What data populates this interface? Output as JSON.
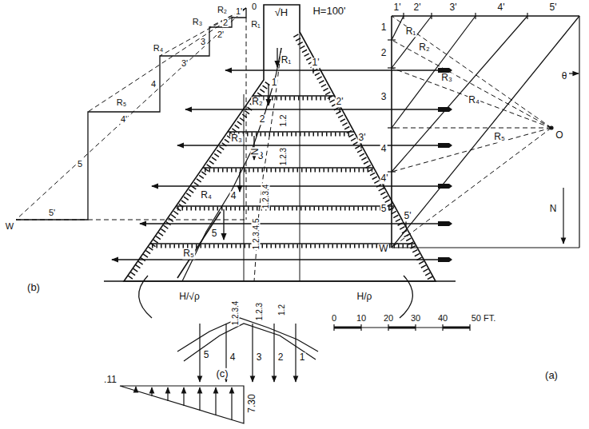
{
  "diagram": {
    "labels": [
      "√H",
      "H=100'",
      "1'",
      "2'",
      "3'",
      "4'",
      "5'",
      "1",
      "R₁",
      "R₂",
      "2",
      "1.2",
      "R₃",
      "3",
      "1.2.3",
      "R₄",
      "4",
      "1.2.3.4",
      "R₅",
      "5",
      "1.2.3.4.5",
      "H/√ρ",
      "H/ρ",
      "1.2.3.4",
      "1.2.3",
      "1.2",
      "5",
      "4",
      "3",
      "2",
      "1",
      "(c)",
      ".11",
      "7.30",
      "0",
      "10",
      "20",
      "30",
      "40",
      "50 FT.",
      "1'",
      "2'",
      "3'",
      "4'",
      "5'",
      "R₁",
      "1",
      "R₂",
      "2",
      "R₃",
      "3",
      "R₄",
      "4",
      "R₅",
      "5",
      "W",
      "O",
      "θ",
      "N",
      "(a)",
      "1'",
      "0",
      "R₁",
      "2",
      "2'",
      "R₂",
      "3",
      "3'",
      "R₃",
      "4",
      "4'",
      "R₄",
      "5",
      "5'",
      "R₅",
      "W",
      "N",
      "(b)"
    ]
  }
}
